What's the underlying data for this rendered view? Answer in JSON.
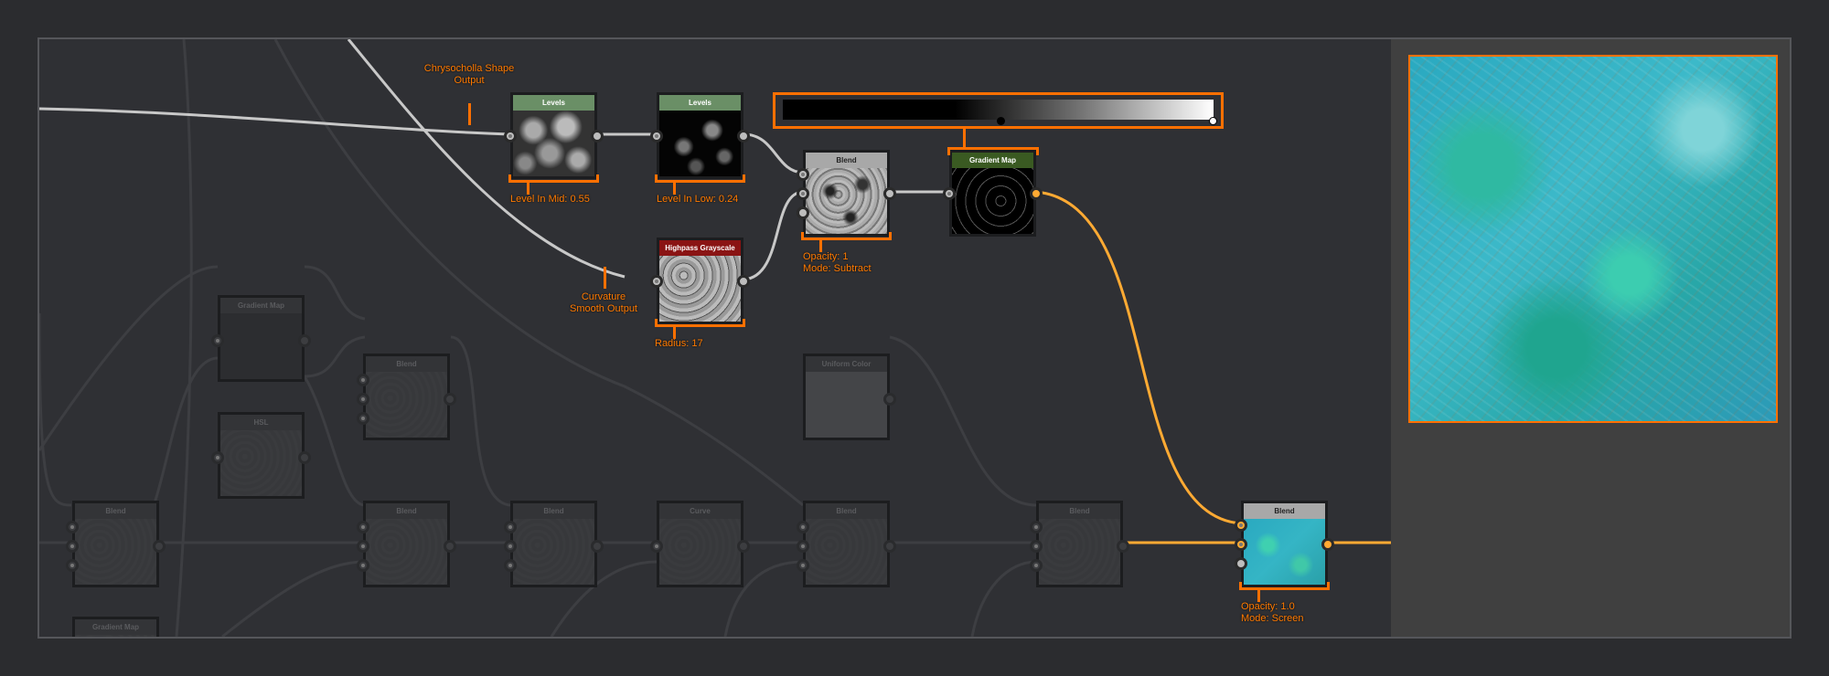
{
  "graph": {
    "nodes": {
      "levels_1": {
        "title": "Levels",
        "header_color": "#6a8f66"
      },
      "levels_2": {
        "title": "Levels",
        "header_color": "#6a8f66"
      },
      "blend_subtract": {
        "title": "Blend",
        "header_color": "#a8a8a8"
      },
      "gradient_map": {
        "title": "Gradient Map",
        "header_color": "#3a5a22"
      },
      "highpass": {
        "title": "Highpass Grayscale",
        "header_color": "#8a1414"
      },
      "blend_screen": {
        "title": "Blend",
        "header_color": "#a8a8a8"
      },
      "dim_gradient_map_1": {
        "title": "Gradient Map"
      },
      "dim_blend_1": {
        "title": "Blend"
      },
      "dim_hsl": {
        "title": "HSL"
      },
      "dim_uniform_color": {
        "title": "Uniform Color"
      },
      "dim_blend_2": {
        "title": "Blend"
      },
      "dim_blend_3": {
        "title": "Blend"
      },
      "dim_blend_4": {
        "title": "Blend"
      },
      "dim_curve": {
        "title": "Curve"
      },
      "dim_blend_5": {
        "title": "Blend"
      },
      "dim_blend_6": {
        "title": "Blend"
      },
      "dim_gradient_map_2": {
        "title": "Gradient Map"
      }
    },
    "annotations": {
      "chrysocholla": "Chrysocholla Shape Output",
      "curvature": "Curvature Smooth Output",
      "levels_1": {
        "label": "Level In Mid:",
        "value": "0.55"
      },
      "levels_2": {
        "label": "Level In Low:",
        "value": "0.24"
      },
      "blend_subtract": {
        "opacity_label": "Opacity:",
        "opacity": "1",
        "mode_label": "Mode:",
        "mode": "Subtract"
      },
      "highpass": {
        "label": "Radius:",
        "value": "17"
      },
      "blend_screen": {
        "opacity_label": "Opacity:",
        "opacity": "1.0",
        "mode_label": "Mode:",
        "mode": "Screen"
      }
    }
  },
  "colors": {
    "accent": "#ff7000",
    "active_wire": "#ffaa33",
    "wire": "#c8c8c8"
  }
}
